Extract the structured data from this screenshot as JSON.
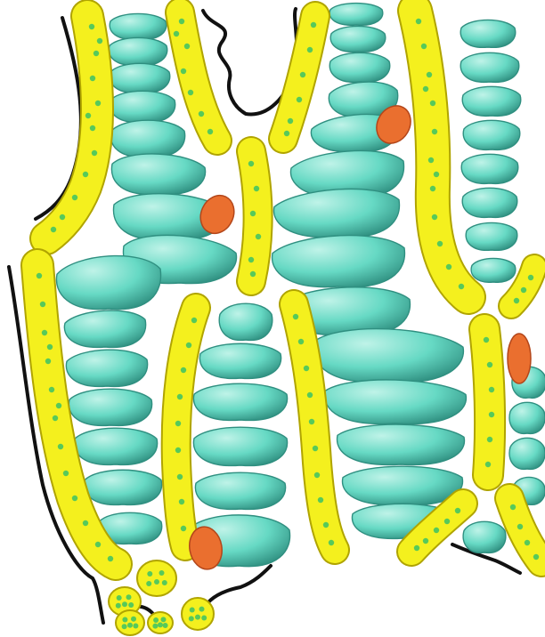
{
  "figure": {
    "subject": "",
    "labels": []
  },
  "colors": {
    "background": "#ffffff",
    "cell_fill": "#66d9c4",
    "cell_highlight": "#bff3e8",
    "cell_stroke": "#2f8f80",
    "strand_fill": "#f4f01e",
    "strand_stroke": "#b0a400",
    "granule": "#57c95a",
    "nucleus_fill": "#ea6f2f",
    "nucleus_stroke": "#b3461a",
    "outline": "#111111"
  },
  "icons": {
    "cell": "flattened-cell-shape",
    "strand": "dotted-strand",
    "nucleus": "orange-nucleus",
    "outline": "wall-outline"
  }
}
